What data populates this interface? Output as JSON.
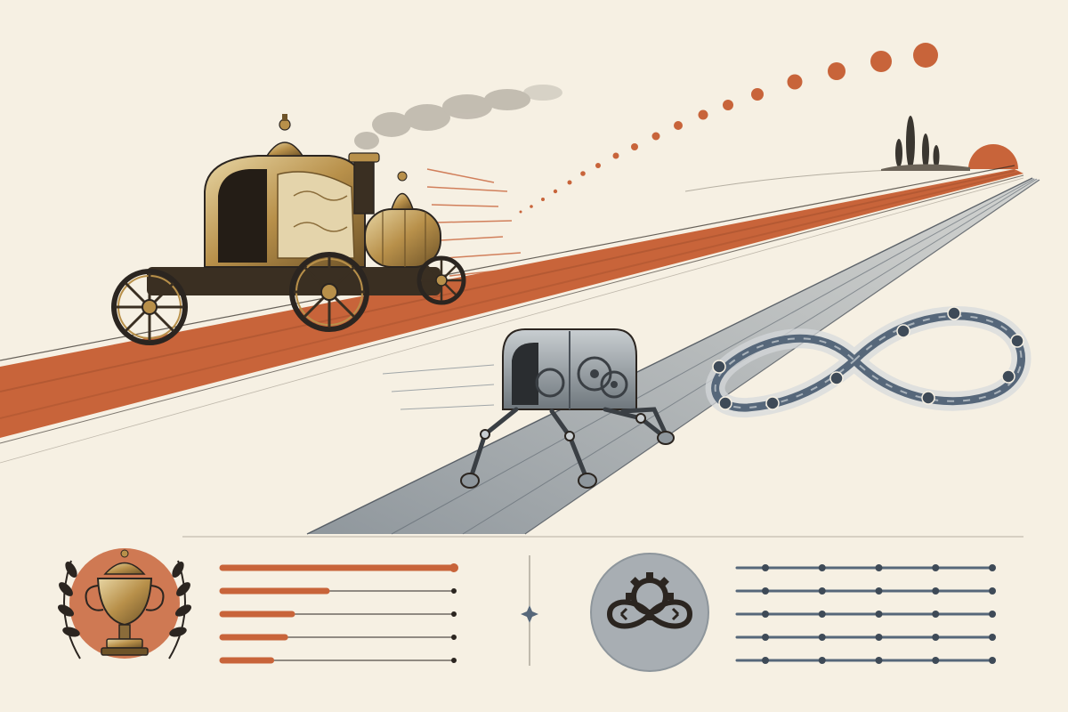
{
  "colors": {
    "paper": "#f6f0e3",
    "rust": "#c8643a",
    "slate": "#56677a",
    "ink": "#2b2520",
    "brass": "#b8904a",
    "steel": "#8e969c"
  },
  "illustration": {
    "upper_track": {
      "vehicle": "steam-carriage",
      "icon": "steam-carriage-icon"
    },
    "lower_track": {
      "vehicle": "walking-robot",
      "icon": "walking-robot-icon"
    },
    "horizon": {
      "icons": [
        "sun-icon",
        "cypress-trees-icon"
      ]
    },
    "trajectory": {
      "icon": "dotted-arc-icon"
    },
    "loop": {
      "icon": "infinity-loop-icon"
    }
  },
  "bottom_panel": {
    "left": {
      "icon": "trophy-laurel-icon",
      "color": "#c8643a",
      "bars": [
        {
          "level": 1.0
        },
        {
          "level": 0.45
        },
        {
          "level": 0.3
        },
        {
          "level": 0.27
        },
        {
          "level": 0.21
        }
      ]
    },
    "divider": {
      "icon": "sparkle-icon"
    },
    "right": {
      "icon": "gear-infinity-icon",
      "color": "#56677a",
      "rows": 5,
      "dots_per_row": 5
    }
  }
}
